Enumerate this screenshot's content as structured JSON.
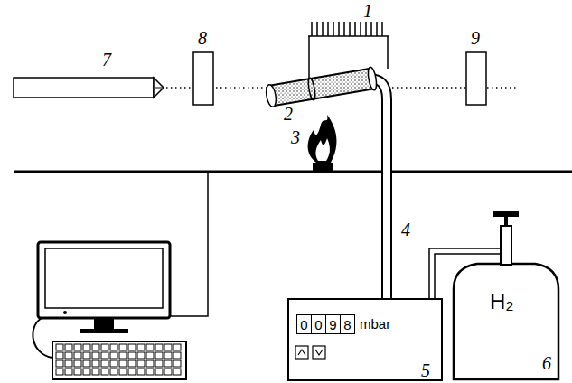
{
  "diagram": {
    "nodes": [
      {
        "text": [
          "mbar",
          "5"
        ]
      },
      {
        "text": [
          "0"
        ],
        "in": 0
      },
      {
        "text": [
          "0"
        ],
        "in": 0
      },
      {
        "text": [
          "9"
        ],
        "in": 0
      },
      {
        "text": [
          "8"
        ],
        "in": 0
      },
      {
        "text": [
          "H₂",
          "6"
        ]
      }
    ],
    "edges": [
      {
        "from": 0,
        "to": 5,
        "arrow": "none"
      }
    ],
    "labels": [
      "1",
      "7",
      "8",
      "9",
      "2",
      "3",
      "4"
    ]
  }
}
